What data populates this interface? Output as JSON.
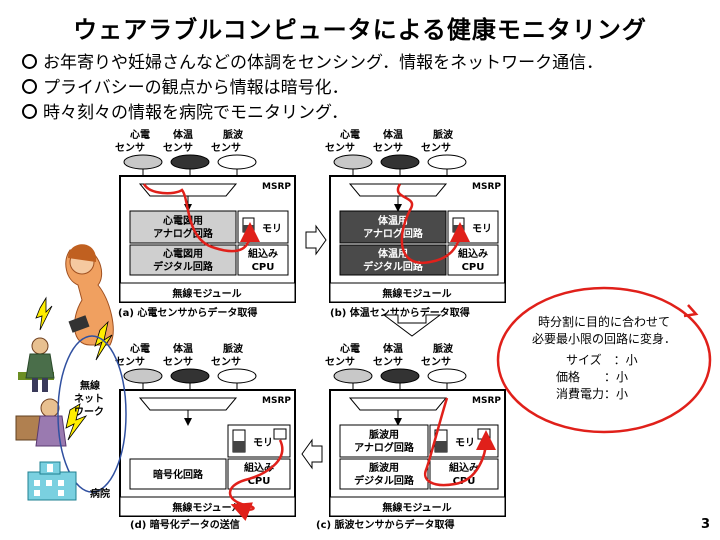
{
  "slide": {
    "title": "ウェアラブルコンピュータによる健康モニタリング",
    "bullets": [
      "お年寄りや妊婦さんなどの体調をセンシング．情報をネットワーク通信．",
      "プライバシーの観点から情報は暗号化．",
      "時々刻々の情報を病院でモニタリング．"
    ],
    "page_number": "3"
  },
  "sensors": {
    "ecg_top": "心電",
    "ecg_bottom": "センサ",
    "temp_top": "体温",
    "temp_bottom": "センサ",
    "pulse_top": "脈波",
    "pulse_bottom": "センサ"
  },
  "panel_labels": {
    "msrp": "MSRP",
    "memory": "モリ",
    "embedded_line1": "組込み",
    "embedded_line2": "CPU",
    "wireless": "無線モジュール",
    "encrypt": "暗号化回路"
  },
  "panels": {
    "a": {
      "analog1": "心電図用",
      "analog2": "アナログ回路",
      "digital1": "心電図用",
      "digital2": "デジタル回路",
      "caption": "(a)  心電センサからデータ取得"
    },
    "b": {
      "analog1": "体温用",
      "analog2": "アナログ回路",
      "digital1": "体温用",
      "digital2": "デジタル回路",
      "caption": "(b)  体温センサからデータ取得"
    },
    "c": {
      "analog1": "脈波用",
      "analog2": "アナログ回路",
      "digital1": "脈波用",
      "digital2": "デジタル回路",
      "caption": "(c)  脈波センサからデータ取得"
    },
    "d": {
      "caption": "(d)  暗号化データの送信"
    }
  },
  "left": {
    "network1": "無線",
    "network2": "ネット",
    "network3": "ワーク",
    "hospital": "病院"
  },
  "bubble": {
    "line1": "時分割に目的に合わせて",
    "line2": "必要最小限の回路に変身．",
    "size": "サイズ　：小",
    "price": "価格　　：小",
    "power": "消費電力：小"
  },
  "colors": {
    "accent_red": "#e0201a",
    "gray_block": "#cfcfcf",
    "dark_block": "#4a4a4a",
    "sensor_gray": "#c8c8c8",
    "sensor_dark": "#333333"
  }
}
